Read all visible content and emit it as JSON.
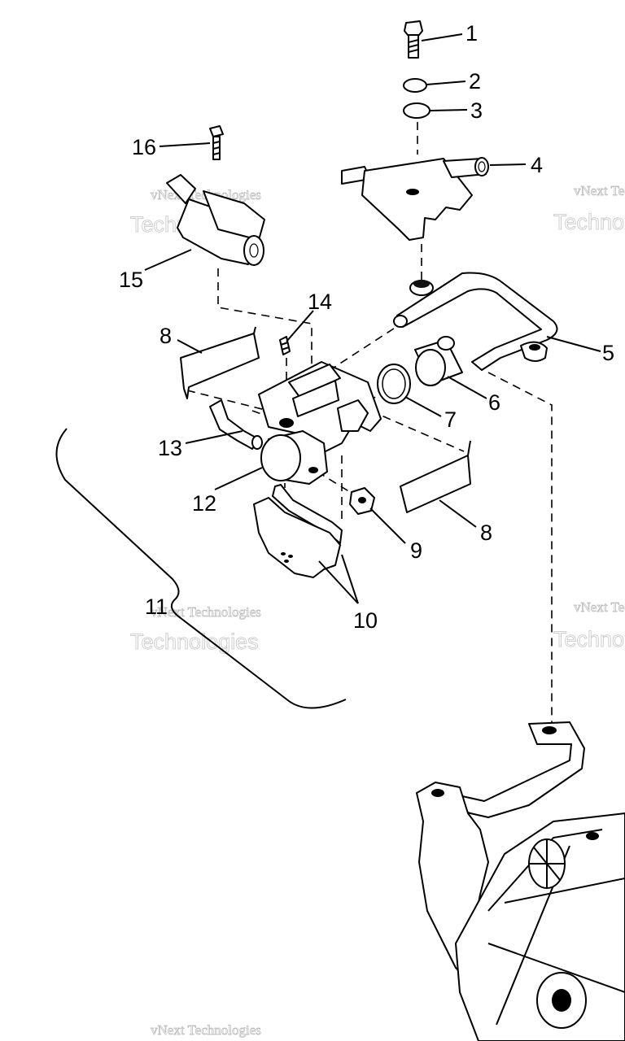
{
  "callouts": [
    {
      "id": "1",
      "label": "1"
    },
    {
      "id": "2",
      "label": "2"
    },
    {
      "id": "3",
      "label": "3"
    },
    {
      "id": "4",
      "label": "4"
    },
    {
      "id": "5",
      "label": "5"
    },
    {
      "id": "6",
      "label": "6"
    },
    {
      "id": "7",
      "label": "7"
    },
    {
      "id": "8a",
      "label": "8"
    },
    {
      "id": "8b",
      "label": "8"
    },
    {
      "id": "9",
      "label": "9"
    },
    {
      "id": "10",
      "label": "10"
    },
    {
      "id": "11",
      "label": "11"
    },
    {
      "id": "12",
      "label": "12"
    },
    {
      "id": "13",
      "label": "13"
    },
    {
      "id": "14",
      "label": "14"
    },
    {
      "id": "15",
      "label": "15"
    },
    {
      "id": "16",
      "label": "16"
    }
  ],
  "watermark": {
    "line1": "vNext Technologies",
    "line2": "Technologies",
    "brand": "vNext"
  }
}
